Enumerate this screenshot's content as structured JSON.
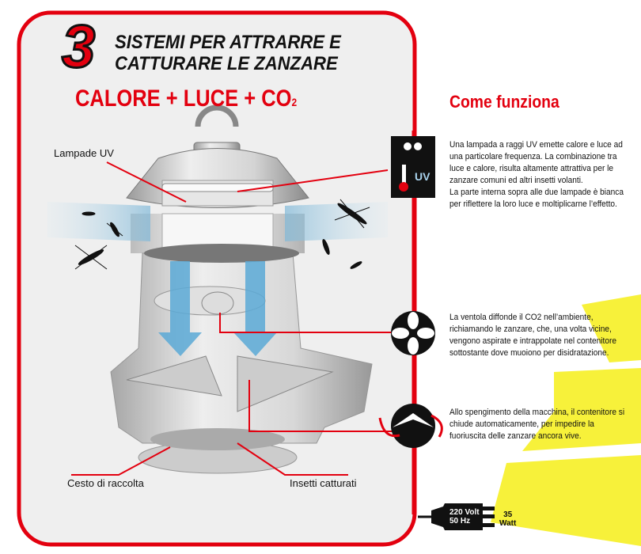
{
  "header": {
    "number": "3",
    "title_line1": "SISTEMI PER ATTRARRE E",
    "title_line2": "CATTURARE LE ZANZARE",
    "subtitle": "CALORE + LUCE + CO",
    "subtitle_sub": "2"
  },
  "labels": {
    "lamps": "Lampade UV",
    "basket": "Cesto di raccolta",
    "insects": "Insetti catturati"
  },
  "how": {
    "title": "Come funziona",
    "uv_icon_text": "UV",
    "uv_text": "Una lampada a raggi UV emette calore e luce ad una particolare frequenza. La combinazione tra luce e calore, risulta altamente attrattiva per le zanzare comuni ed altri insetti volanti.",
    "uv_text2": "La parte interna sopra alle due lampade è bianca per riflettere la loro luce e moltiplicarne l’effetto.",
    "fan_text": "La ventola diffonde il CO2 nell’ambiente, richiamando le zanzare, che, una volta vicine, vengono aspirate e intrappolate nel contenitore sottostante dove muoiono per disidratazione.",
    "close_text": "Allo spengimento della macchina, il contenitore si chiude automaticamente, per impedire la fuoriuscita delle zanzare ancora vive."
  },
  "power": {
    "voltage": "220 Volt",
    "frequency": "50 Hz",
    "watt_value": "35",
    "watt_unit": "Watt"
  },
  "colors": {
    "accent": "#e3000f",
    "highlight": "#f7f13a",
    "panel": "#efefef"
  }
}
